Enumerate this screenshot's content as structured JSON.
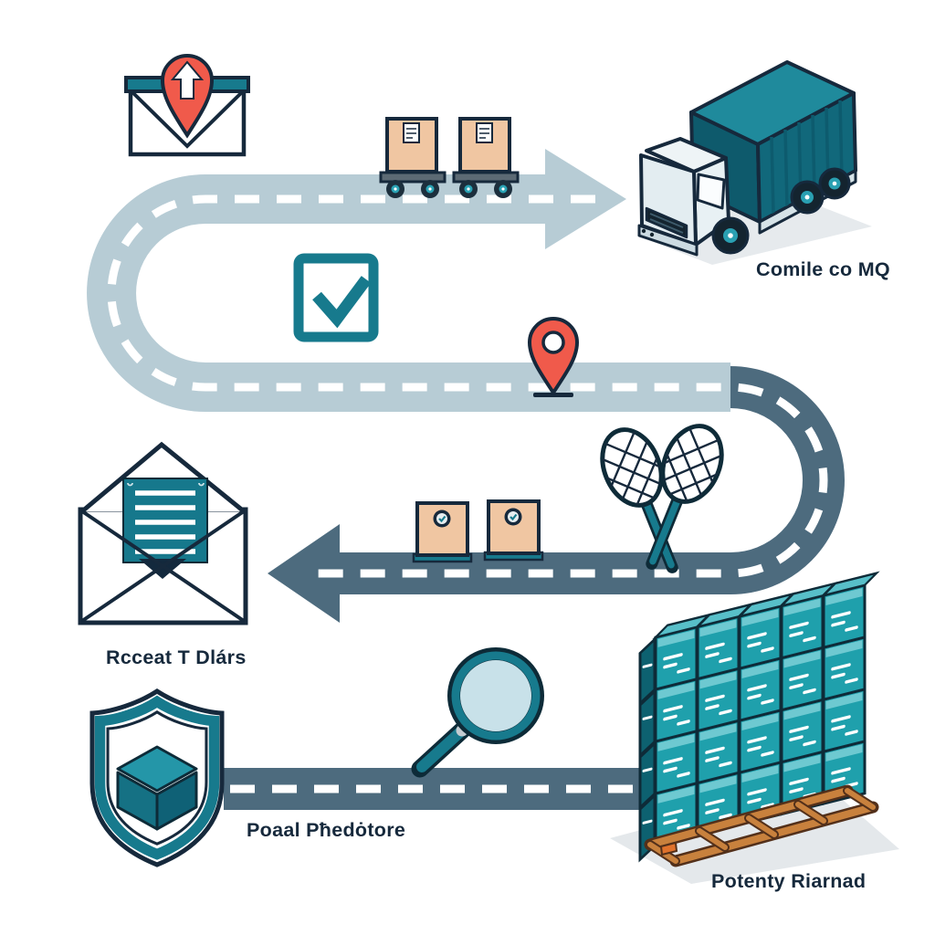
{
  "labels": {
    "truck_caption": "Comile co MQ",
    "envelope_caption": "Rcceat T Dlárs",
    "road_caption": "Poaal Pħedȯtore",
    "pallet_caption": "Potenty Riarnad"
  },
  "icons": {
    "sent-envelope-pin": "closed envelope with upload location pin",
    "cart-boxes": "two parcel boxes on wheeled carts",
    "delivery-truck": "isometric container truck",
    "checkbox": "teal checkbox with checkmark",
    "map-pin": "red location pin on road",
    "open-envelope-letter": "open envelope with teal letter",
    "road-boxes": "two parcel boxes with badges on road",
    "badminton-rackets": "two crossed rackets",
    "shield-package": "shield with isometric cube",
    "magnifier": "magnifying glass",
    "pallet-stack": "stacked teal boxes on wooden pallet"
  },
  "colors": {
    "teal": "#177a8d",
    "navy": "#16293c",
    "coral": "#f05a4b",
    "light_road": "#b7ccd5",
    "dark_road": "#4d6b7e",
    "peach": "#f0c6a2",
    "box_teal": "#1fa0ac",
    "pallet_orange": "#c8813d",
    "lens_blue": "#c8e1e9"
  }
}
